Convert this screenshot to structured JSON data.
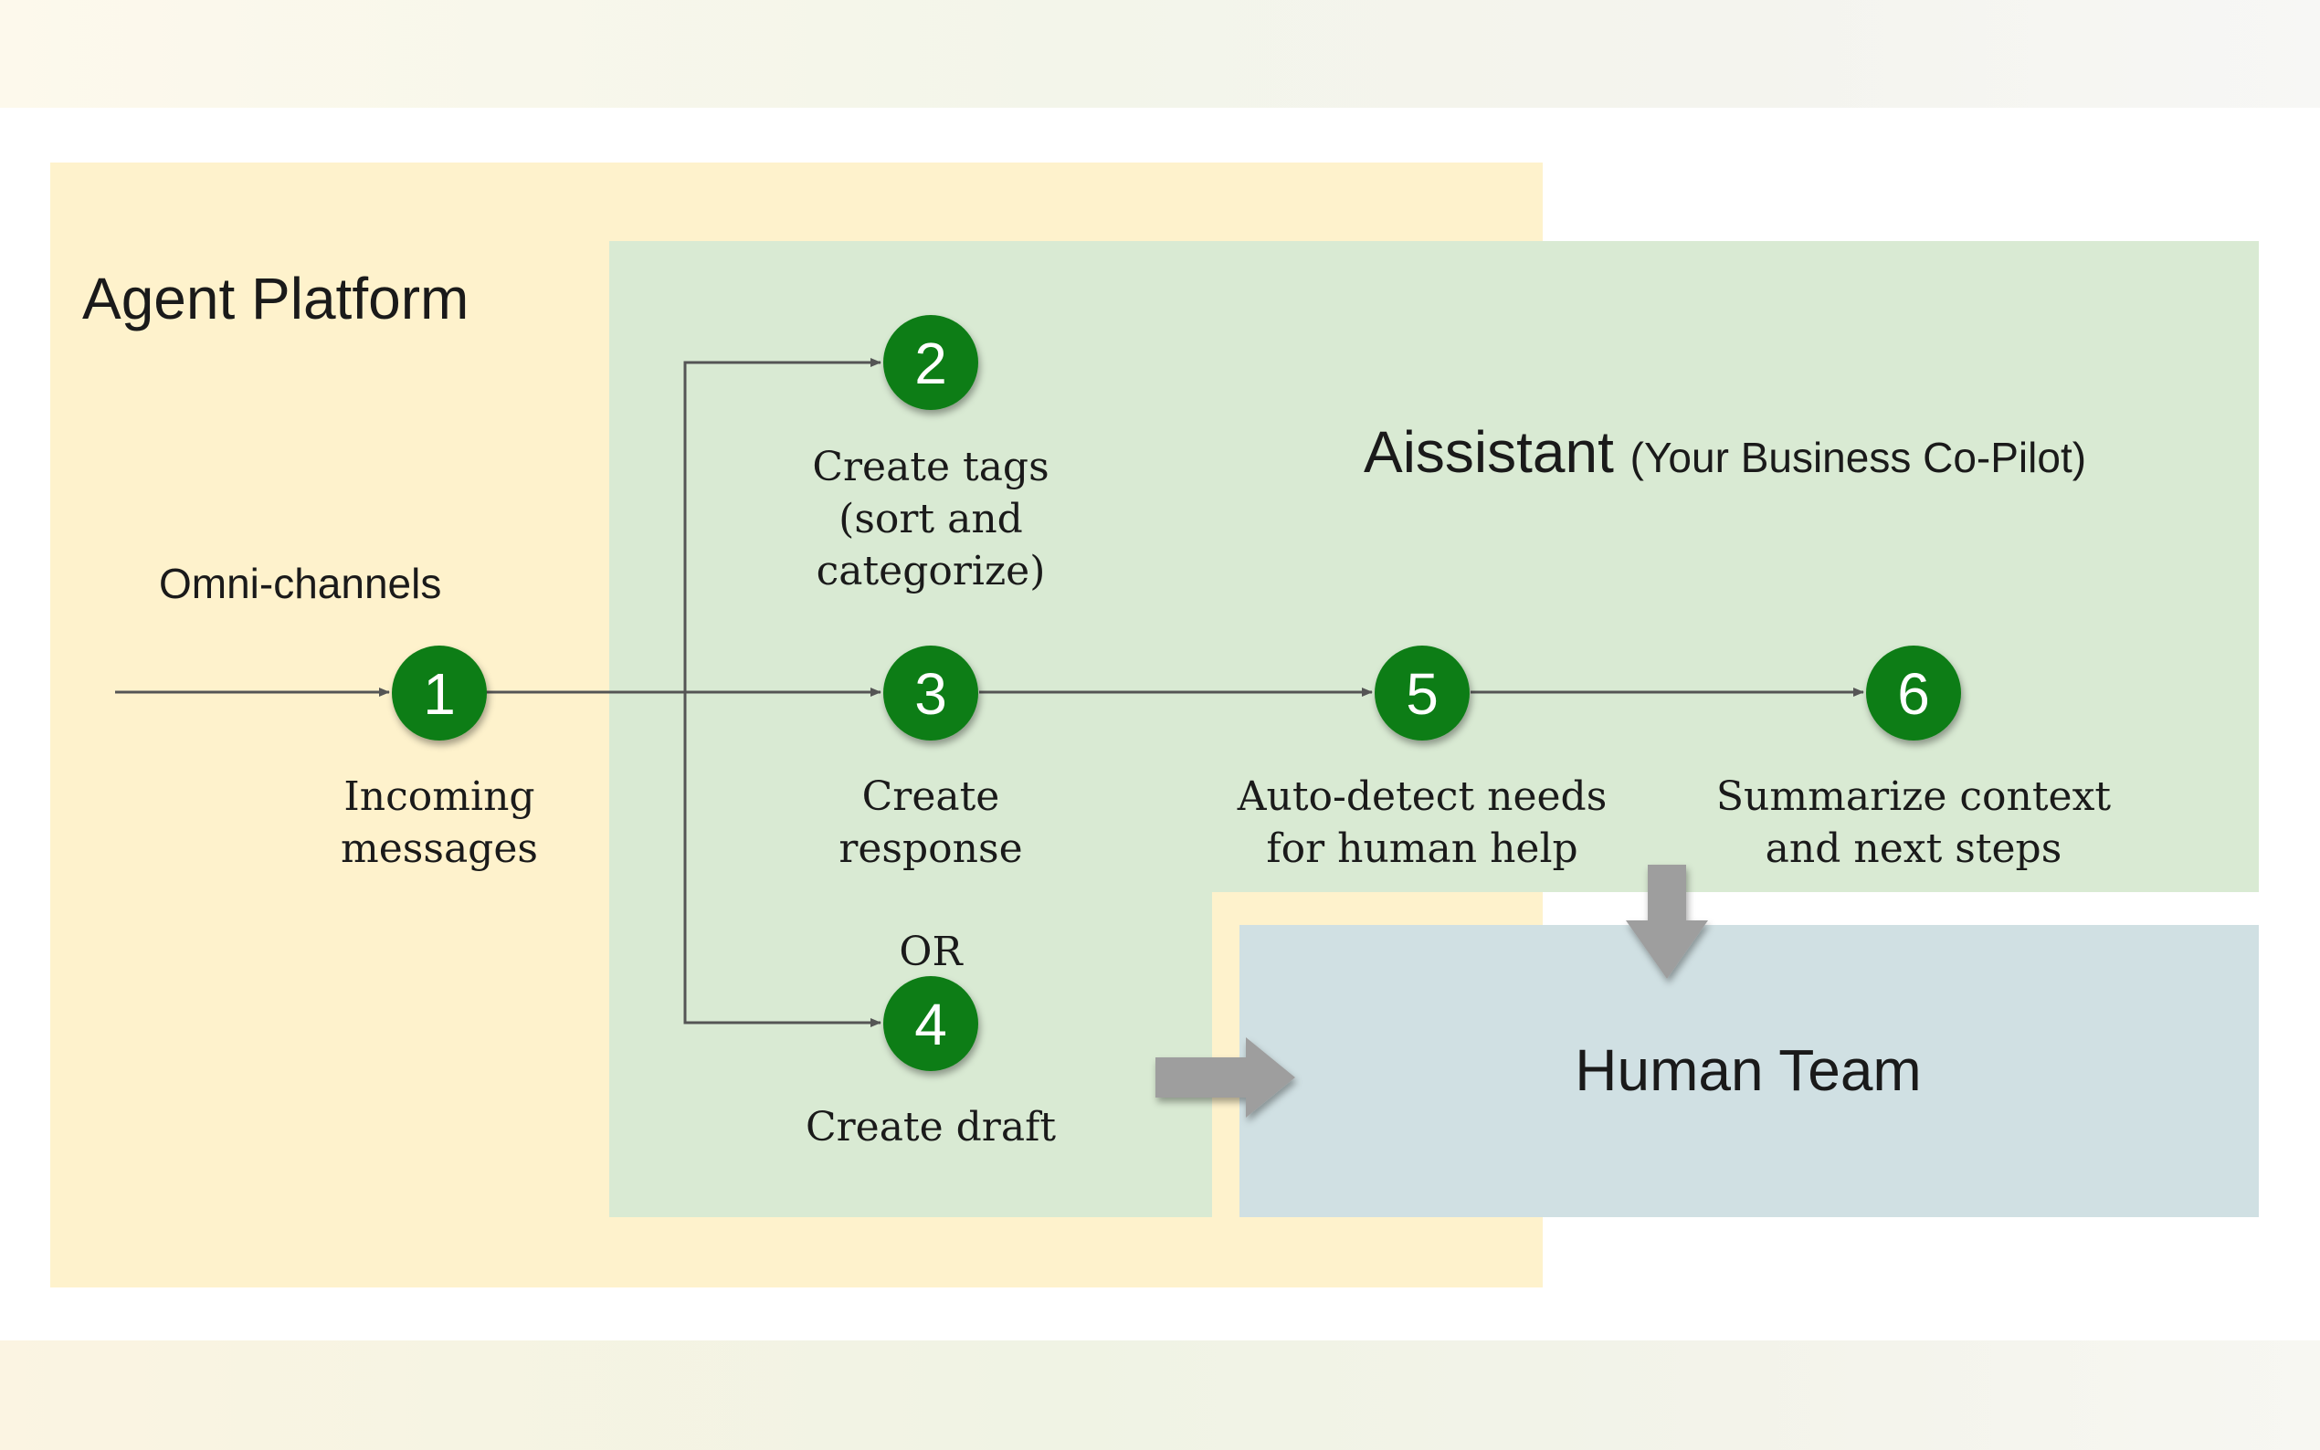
{
  "regions": {
    "agent_platform": {
      "title": "Agent Platform"
    },
    "assistant": {
      "title": "Aissistant",
      "subtitle": "(Your Business Co-Pilot)"
    },
    "human_team": {
      "title": "Human Team"
    }
  },
  "input_label": "Omni-channels",
  "steps": [
    {
      "number": "1",
      "label": [
        "Incoming",
        "messages"
      ]
    },
    {
      "number": "2",
      "label": [
        "Create tags",
        "(sort and",
        "categorize)"
      ]
    },
    {
      "number": "3",
      "label": [
        "Create",
        "response"
      ]
    },
    {
      "number": "4",
      "label": [
        "Create draft"
      ]
    },
    {
      "number": "5",
      "label": [
        "Auto-detect needs",
        "for human help"
      ]
    },
    {
      "number": "6",
      "label": [
        "Summarize context",
        "and next steps"
      ]
    }
  ],
  "or_label": "OR",
  "colors": {
    "agent_platform_bg": "#fef2cc",
    "assistant_bg": "#d9ead3",
    "human_team_bg": "#d0e0e3",
    "node_fill": "#0b7d14",
    "node_text": "#ffffff",
    "connector": "#555555",
    "block_arrow": "#9e9e9e"
  },
  "icons": {
    "flow_arrow": "arrow-right",
    "handoff_down": "block-arrow-down",
    "handoff_right": "block-arrow-right"
  }
}
